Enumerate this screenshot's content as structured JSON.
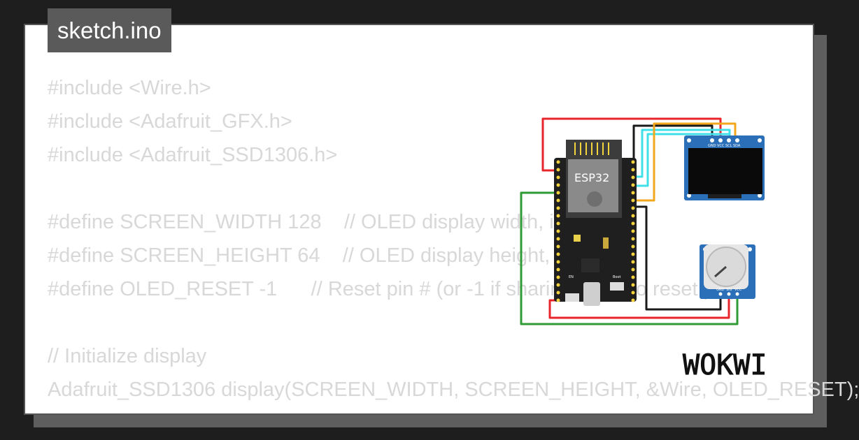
{
  "tab": {
    "filename": "sketch.ino"
  },
  "code_lines": [
    "#include <Wire.h>",
    "#include <Adafruit_GFX.h>",
    "#include <Adafruit_SSD1306.h>",
    "",
    "#define SCREEN_WIDTH 128    // OLED display width, in pixels",
    "#define SCREEN_HEIGHT 64    // OLED display height, in pixels",
    "#define OLED_RESET -1      // Reset pin # (or -1 if sharing Arduino reset pin)",
    "",
    "// Initialize display",
    "Adafruit_SSD1306 display(SCREEN_WIDTH, SCREEN_HEIGHT, &Wire, OLED_RESET);"
  ],
  "circuit": {
    "esp32_label": "ESP32",
    "en_label": "EN",
    "boot_label": "Boot",
    "oled_pins": [
      "GND",
      "VCC",
      "SCL",
      "SDA"
    ],
    "pot_pins": [
      "GND",
      "SIG",
      "VCC"
    ],
    "wire_colors": {
      "red": "#e8252b",
      "black": "#1a1a1a",
      "cyan": "#3fe0e8",
      "orange": "#f2a81d",
      "green": "#2e9b35"
    }
  },
  "logo": {
    "text": "WOKWI"
  }
}
